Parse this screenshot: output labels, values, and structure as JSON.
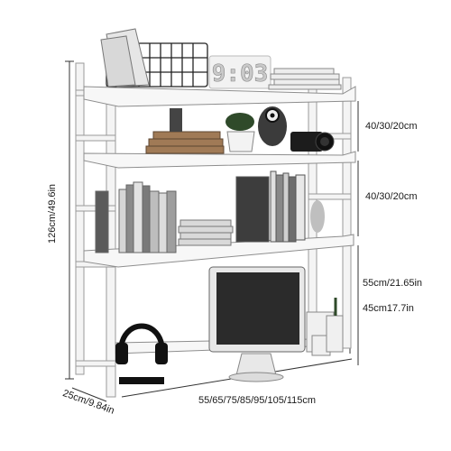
{
  "product_photo": {
    "subject": "adjustable desktop bookshelf with monitor, books and decor",
    "dimension_labels": {
      "height": "126cm/49.6in",
      "shelf_gap_top": "40/30/20cm",
      "shelf_gap_middle": "40/30/20cm",
      "lower_leg_height": "55cm/21.65in",
      "monitor_clearance": "45cm17.7in",
      "depth": "25cm/9.84in",
      "width": "55/65/75/85/95/105/115cm"
    },
    "clock_display": "9:03",
    "colors": {
      "frame": "#f4f4f4",
      "frame_edge": "#9a9a9a",
      "shelf": "#f7f7f7",
      "dim_line": "#333333"
    }
  }
}
